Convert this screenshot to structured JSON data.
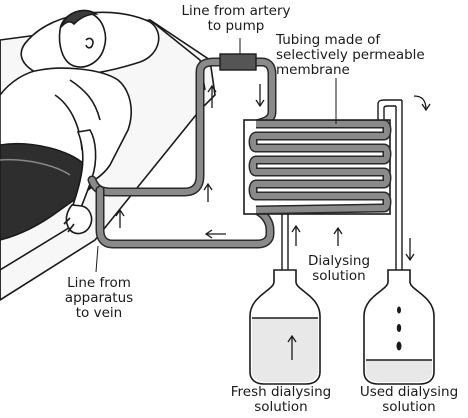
{
  "labels": {
    "artery": "Line from artery\nto pump",
    "tubing": "Tubing made of\nselectively permeable\nmembrane",
    "dialysing": "Dialysing\nsolution",
    "vein": "Line from\napparatus\nto vein",
    "fresh": "Fresh dialysing\nsolution",
    "used": "Used dialysing\nsolution"
  },
  "colors": {
    "tube": "#8a8a8a",
    "tube_edge": "#2a2a2a",
    "pump": "#555555",
    "line": "#1a1a1a",
    "fluid": "#e8e8e8"
  }
}
